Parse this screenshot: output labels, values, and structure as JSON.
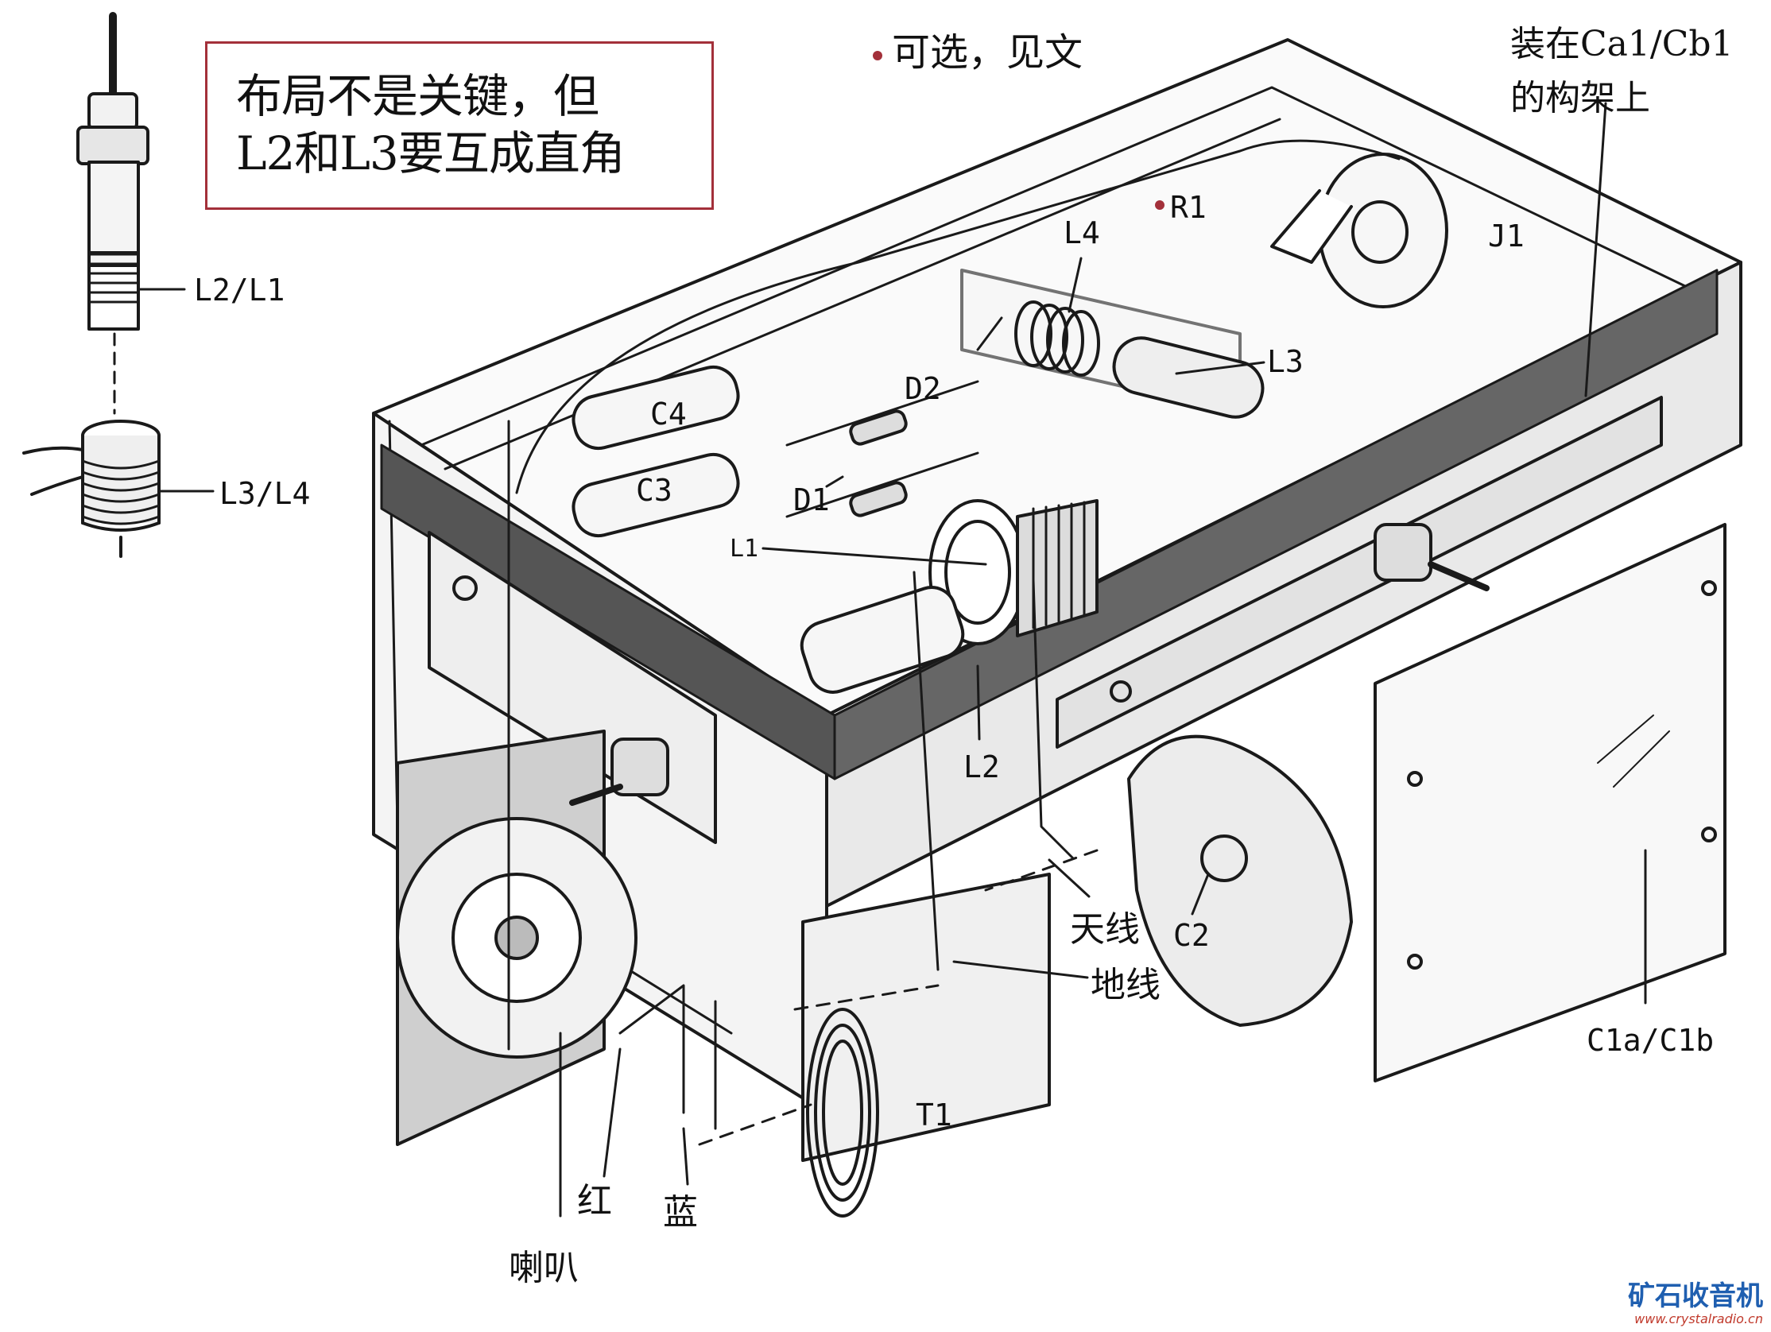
{
  "note": {
    "line1": "布局不是关键，但",
    "line2": "L2和L3要互成直角"
  },
  "legend": {
    "optional": "可选，见文",
    "marker_color": "#a3303a"
  },
  "labels": {
    "mount": {
      "line1": "装在Ca1/Cb1",
      "line2": "的构架上"
    },
    "L2L1": "L2/L1",
    "L3L4": "L3/L4",
    "R1": "R1",
    "J1": "J1",
    "L4": "L4",
    "L3": "L3",
    "C4": "C4",
    "C3": "C3",
    "D2": "D2",
    "D1": "D1",
    "L1": "L1",
    "L2": "L2",
    "antenna": "天线",
    "C2": "C2",
    "ground": "地线",
    "C1": "C1a/C1b",
    "T1": "T1",
    "red": "红",
    "blue": "蓝",
    "speaker": "喇叭"
  },
  "watermark": {
    "title": "矿石收音机",
    "url": "www.crystalradio.cn",
    "title_color": "#1f5fb0",
    "url_color": "#c0392b"
  }
}
